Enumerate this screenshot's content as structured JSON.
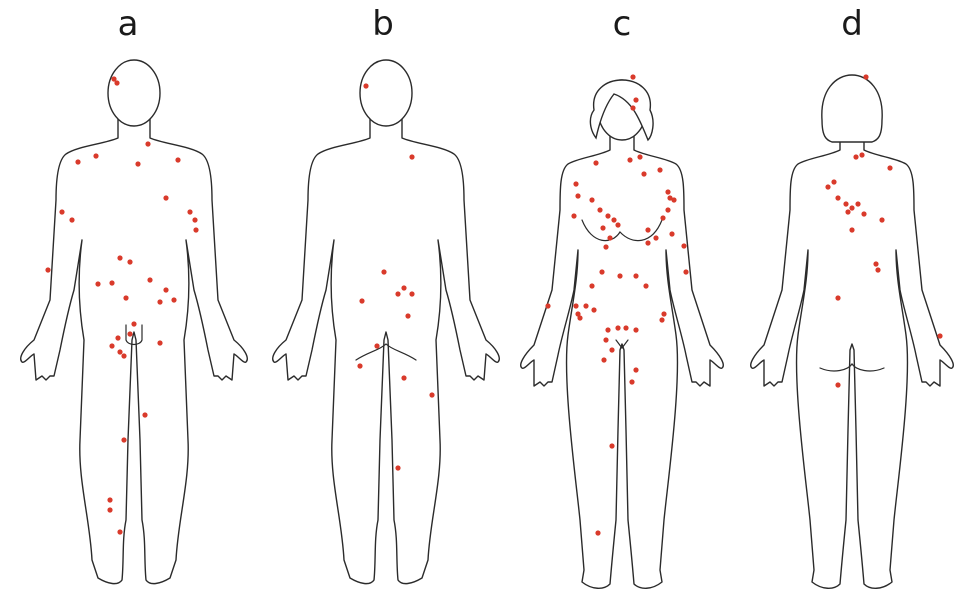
{
  "panels": [
    {
      "id": "a",
      "label": "a",
      "view": "male-front"
    },
    {
      "id": "b",
      "label": "b",
      "view": "male-back"
    },
    {
      "id": "c",
      "label": "c",
      "view": "female-front"
    },
    {
      "id": "d",
      "label": "d",
      "view": "female-back"
    }
  ],
  "colors": {
    "marker": "#d93a2b",
    "outline": "#2b2b2b",
    "background": "#ffffff"
  }
}
